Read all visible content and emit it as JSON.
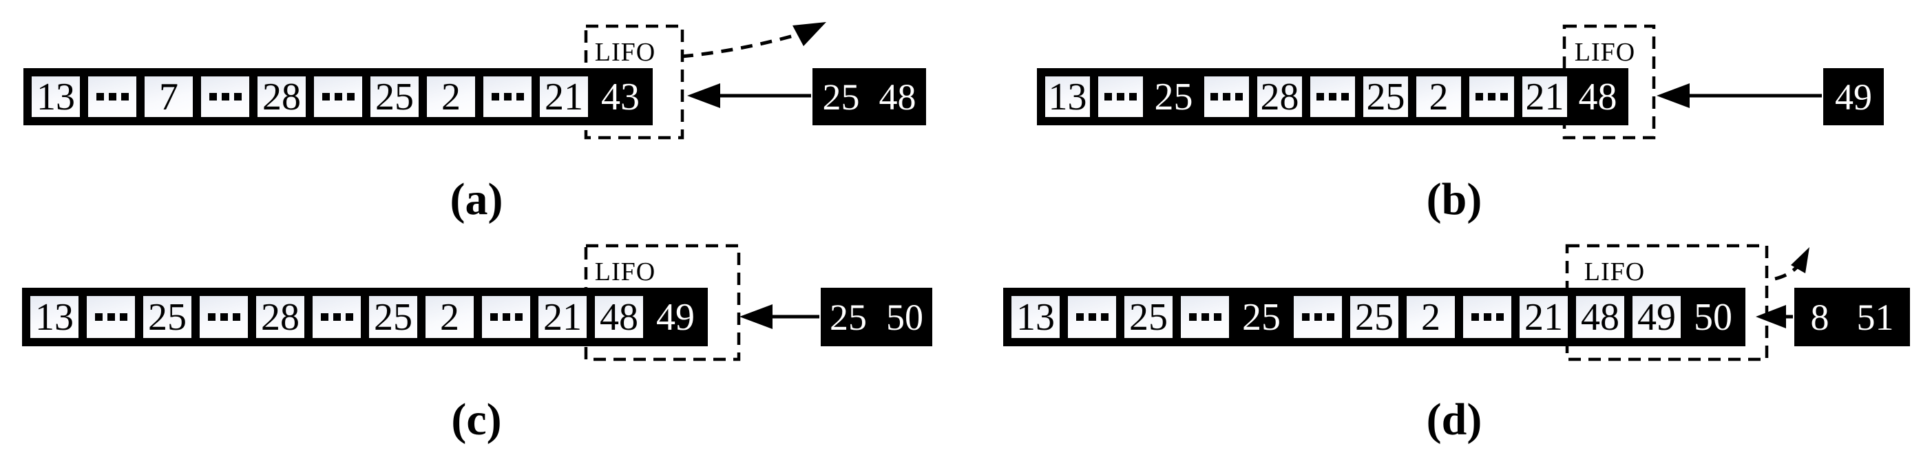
{
  "colors": {
    "background": "#ffffff",
    "cell_border": "#000000",
    "filled_cell": "#000000",
    "text_on_filled": "#ffffff",
    "text": "#000000",
    "cell_gradient_top": "#e7ebf3"
  },
  "panels": [
    {
      "id": "a",
      "caption": "(a)",
      "lifo_label": "LIFO",
      "lifo_cell_count": 1,
      "cells": [
        {
          "v": "13"
        },
        {
          "dots": true
        },
        {
          "v": "7"
        },
        {
          "dots": true
        },
        {
          "v": "28"
        },
        {
          "dots": true
        },
        {
          "v": "25"
        },
        {
          "v": "2"
        },
        {
          "dots": true
        },
        {
          "v": "21"
        },
        {
          "v": "43",
          "filled": true
        }
      ],
      "incoming": [
        "25",
        "48"
      ],
      "eviction_arrow": "curved-dashed"
    },
    {
      "id": "b",
      "caption": "(b)",
      "lifo_label": "LIFO",
      "lifo_cell_count": 1,
      "cells": [
        {
          "v": "13"
        },
        {
          "dots": true
        },
        {
          "v": "25",
          "filled": true
        },
        {
          "dots": true
        },
        {
          "v": "28"
        },
        {
          "dots": true
        },
        {
          "v": "25"
        },
        {
          "v": "2"
        },
        {
          "dots": true
        },
        {
          "v": "21"
        },
        {
          "v": "48",
          "filled": true
        }
      ],
      "incoming": [
        "49"
      ],
      "eviction_arrow": null
    },
    {
      "id": "c",
      "caption": "(c)",
      "lifo_label": "LIFO",
      "lifo_cell_count": 2,
      "cells": [
        {
          "v": "13"
        },
        {
          "dots": true
        },
        {
          "v": "25"
        },
        {
          "dots": true
        },
        {
          "v": "28"
        },
        {
          "dots": true
        },
        {
          "v": "25"
        },
        {
          "v": "2"
        },
        {
          "dots": true
        },
        {
          "v": "21"
        },
        {
          "v": "48"
        },
        {
          "v": "49",
          "filled": true
        }
      ],
      "incoming": [
        "25",
        "50"
      ],
      "eviction_arrow": null
    },
    {
      "id": "d",
      "caption": "(d)",
      "lifo_label": "LIFO",
      "lifo_cell_count": 3,
      "cells": [
        {
          "v": "13"
        },
        {
          "dots": true
        },
        {
          "v": "25"
        },
        {
          "dots": true
        },
        {
          "v": "25",
          "filled": true
        },
        {
          "dots": true
        },
        {
          "v": "25"
        },
        {
          "v": "2"
        },
        {
          "dots": true
        },
        {
          "v": "21"
        },
        {
          "v": "48"
        },
        {
          "v": "49"
        },
        {
          "v": "50",
          "filled": true
        }
      ],
      "incoming": [
        "8",
        "51"
      ],
      "eviction_arrow": "small-dashed"
    }
  ]
}
